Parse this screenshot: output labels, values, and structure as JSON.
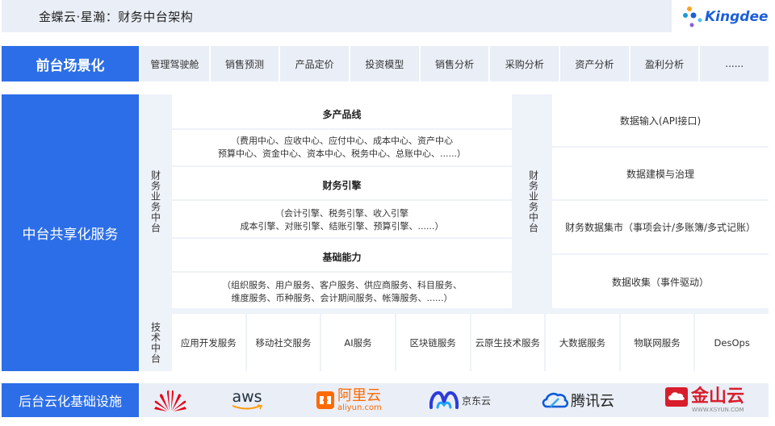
{
  "header": {
    "title": "金蝶云·星瀚：财务中台架构",
    "logo_text": "Kingdee"
  },
  "front": {
    "label": "前台场景化",
    "items": [
      "管理驾驶舱",
      "销售预测",
      "产品定价",
      "投资模型",
      "销售分析",
      "采购分析",
      "资产分析",
      "盈利分析",
      "......"
    ]
  },
  "middle": {
    "label": "中台共享化服务",
    "finance_left_label": "财务业务中台",
    "finance_right_label": "财务业务中台",
    "tech_label": "技术中台",
    "blocks": [
      {
        "title": "多产品线",
        "desc1": "（费用中心、应收中心、应付中心、成本中心、资产中心",
        "desc2": "预算中心、资金中心、资本中心、税务中心、总账中心、......）"
      },
      {
        "title": "财务引擎",
        "desc1": "（会计引擎、税务引擎、收入引擎",
        "desc2": "成本引擎、对账引擎、结账引擎、预算引擎、......）"
      },
      {
        "title": "基础能力",
        "desc1": "（组织服务、用户服务、客户服务、供应商服务、科目服务、",
        "desc2": "维度服务、币种服务、会计期间服务、帐簿服务、......）"
      }
    ],
    "data_items": [
      "数据输入(API接口)",
      "数据建模与治理",
      "财务数据集市（事项会计/多账簿/多式记账）",
      "数据收集（事件驱动）"
    ],
    "tech_items": [
      "应用开发服务",
      "移动社交服务",
      "AI服务",
      "区块链服务",
      "云原生技术服务",
      "大数据服务",
      "物联网服务",
      "DesOps"
    ]
  },
  "backend": {
    "label": "后台云化基础设施",
    "clouds": {
      "aws": "aws",
      "aliyun_name": "阿里云",
      "aliyun_url": "aliyun.com",
      "jd": "京东云",
      "tencent": "腾讯云",
      "kingsoft": "金山云",
      "kingsoft_url": "WWW.KSYUN.COM"
    }
  },
  "colors": {
    "primary_blue": "#2c6ee8",
    "light_bg": "#e9eef7",
    "huawei_red": "#e60012",
    "aws_orange": "#ff9900",
    "aliyun_orange": "#ff6a00",
    "jd_blue": "#2d3bd8",
    "tencent_blue": "#0a5bd6",
    "kingsoft_red": "#d81e2c"
  }
}
